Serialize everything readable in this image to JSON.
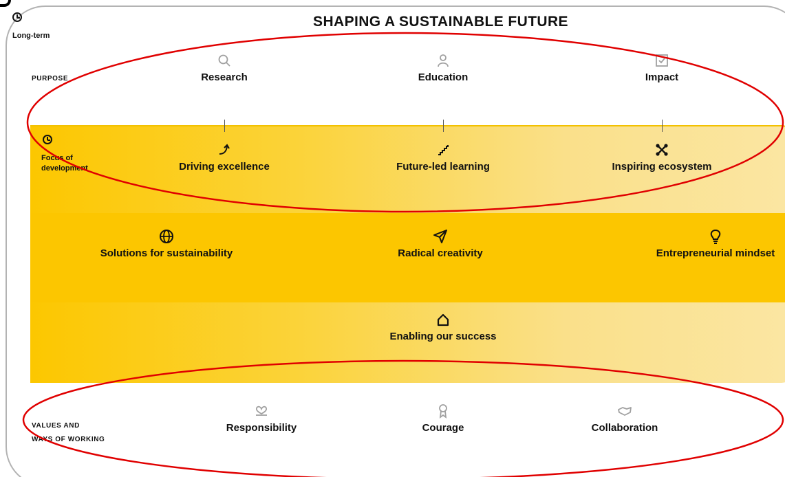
{
  "title": "SHAPING A SUSTAINABLE FUTURE",
  "long_term_label": "Long-term",
  "purpose": {
    "label": "PURPOSE",
    "items": [
      {
        "label": "Research",
        "icon": "search-icon"
      },
      {
        "label": "Education",
        "icon": "person-icon"
      },
      {
        "label": "Impact",
        "icon": "checkbox-icon"
      }
    ]
  },
  "focus": {
    "label_line1": "Focus of",
    "label_line2": "development",
    "items": [
      {
        "label": "Driving excellence",
        "icon": "curved-arrow-icon"
      },
      {
        "label": "Future-led learning",
        "icon": "stairs-icon"
      },
      {
        "label": "Inspiring ecosystem",
        "icon": "network-icon"
      }
    ]
  },
  "middle": {
    "items": [
      {
        "label": "Solutions for sustainability",
        "icon": "globe-icon"
      },
      {
        "label": "Radical creativity",
        "icon": "paper-plane-icon"
      },
      {
        "label": "Entrepreneurial mindset",
        "icon": "lightbulb-icon"
      }
    ]
  },
  "enabling": {
    "label": "Enabling our success",
    "icon": "house-icon"
  },
  "values": {
    "label_line1": "VALUES AND",
    "label_line2": "WAYS OF WORKING",
    "items": [
      {
        "label": "Responsibility",
        "icon": "hands-heart-icon"
      },
      {
        "label": "Courage",
        "icon": "medal-icon"
      },
      {
        "label": "Collaboration",
        "icon": "handshake-icon"
      }
    ]
  },
  "colors": {
    "accent_yellow": "#fcc600",
    "annotation_red": "#e00000"
  }
}
